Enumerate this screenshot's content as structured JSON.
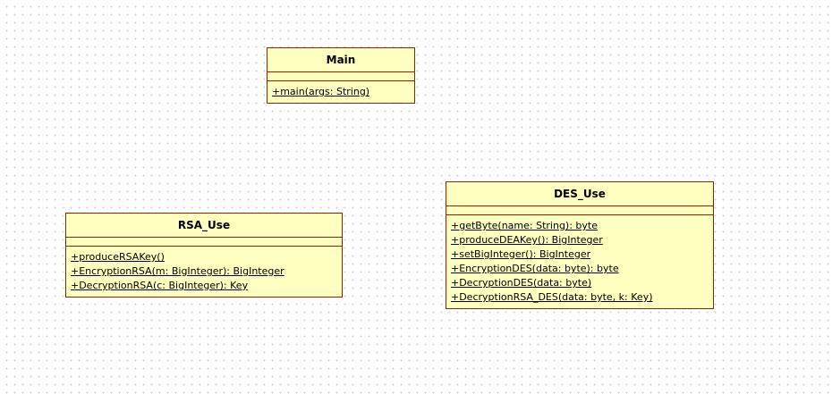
{
  "diagram": {
    "classes": [
      {
        "id": "main",
        "name": "Main",
        "operations": [
          "+main(args: String)"
        ]
      },
      {
        "id": "rsa",
        "name": "RSA_Use",
        "operations": [
          "+produceRSAKey()",
          "+EncryptionRSA(m: BigInteger): BigInteger",
          "+DecryptionRSA(c: BigInteger): Key"
        ]
      },
      {
        "id": "des",
        "name": "DES_Use",
        "operations": [
          "+getByte(name: String): byte",
          "+produceDEAKey(): BigInteger",
          "+setBigInteger(): BigInteger",
          "+EncryptionDES(data: byte): byte",
          "+DecryptionDES(data: byte)",
          "+DecryptionRSA_DES(data: byte, k: Key)"
        ]
      }
    ]
  },
  "colors": {
    "class_fill": "#ffffc0",
    "class_border": "#8b2500",
    "grid_dot": "#cfcfcf"
  }
}
